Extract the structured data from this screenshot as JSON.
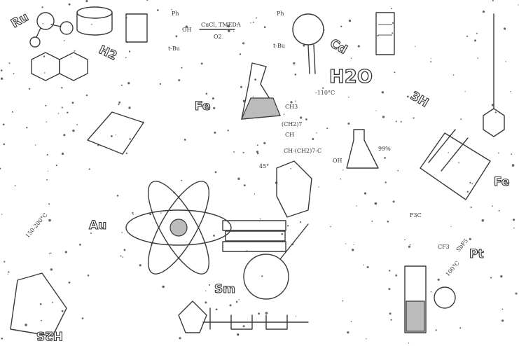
{
  "labels": {
    "ru": "Ru",
    "h2_top": "H2",
    "ph": "Ph",
    "oh": "OH",
    "tbu": "t-Bu",
    "reagent": "CuCl, TMEDA",
    "o2": "O2",
    "ph2": "Ph",
    "tbu2": "t-Bu",
    "cd": "Cd",
    "water": "H2O",
    "tritium": "3H",
    "fe_left": "Fe",
    "fe_right": "Fe",
    "au": "Au",
    "sm": "Sm",
    "pt": "Pt",
    "h2s": "H2S",
    "ch3": "CH3",
    "ch2_7": "(CH2)7",
    "ch": "CH",
    "ch_chain": "CH-(CH2)7-C",
    "oh2": "OH",
    "temp1": "-110°C",
    "temp2": "150-200°C",
    "temp3": "100°C",
    "angle": "45°",
    "yield": "99%",
    "sbf5": "SbF5",
    "cf3": "CF3",
    "f3c": "F3C"
  },
  "colors": {
    "ink": "#3a3a3a",
    "background": "#ffffff"
  }
}
